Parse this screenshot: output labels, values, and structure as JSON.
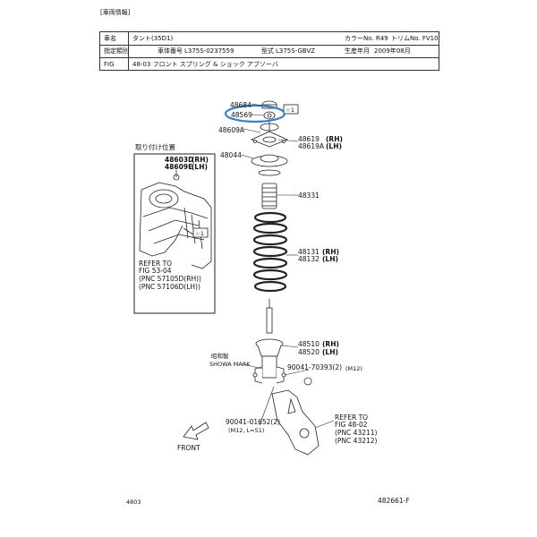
{
  "header": {
    "section_title": "[車両情報]",
    "row1": {
      "name_label": "車名",
      "name_value": "タント(35D1)",
      "color_label": "カラーNo. R49",
      "trim_label": "トリムNo. FV10"
    },
    "row2": {
      "type_label": "指定類別",
      "body_label": "車体番号",
      "body_value": "L375S-0237559",
      "model_label": "型式",
      "model_value": "L375S-GBVZ",
      "date_label": "生産年月",
      "date_value": "2009年08月"
    },
    "row3": {
      "fig_label": "FIG",
      "fig_value": "48-03 フロント スプリング & ショック アブソーバ"
    }
  },
  "inset": {
    "title": "取り付け位置",
    "part_rh": "48603D",
    "part_rh_side": "(RH)",
    "part_lh": "48609E",
    "part_lh_side": "(LH)",
    "star_tag": "☆1",
    "refer_lines": [
      "REFER TO",
      "FIG  53-04",
      "(PNC 57105D(RH))",
      "(PNC 57106D(LH))"
    ]
  },
  "parts": {
    "p48684": "48684",
    "p48569": "48569",
    "p48569_tag": "☆1",
    "p48609A": "48609A",
    "p48619": "48619",
    "p48619_side": "(RH)",
    "p48619A": "48619A",
    "p48619A_side": "(LH)",
    "p48044": "48044",
    "p48331": "48331",
    "p48131": "48131",
    "p48131_side": "(RH)",
    "p48132": "48132",
    "p48132_side": "(LH)",
    "p48510": "48510",
    "p48510_side": "(RH)",
    "p48520": "48520",
    "p48520_side": "(LH)",
    "showa_jp": "昭和製",
    "showa_en": "SHOWA MARK",
    "bolt_upper": "90041-70393(2)",
    "bolt_upper_size": "(M12)",
    "bolt_lower": "90041-01652(2)",
    "bolt_lower_size": "(M12, L=51)",
    "front": "FRONT",
    "refer_right": [
      "REFER TO",
      "FIG  48-02",
      "(PNC 43211)",
      "(PNC 43212)"
    ]
  },
  "footer": {
    "left_code": "4803",
    "right_code": "482661-F"
  },
  "colors": {
    "highlight": "#3a7fc9",
    "line": "#222222"
  }
}
